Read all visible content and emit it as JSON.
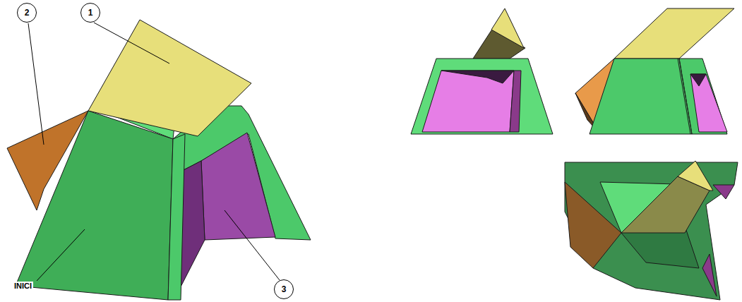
{
  "diagram": {
    "labels": [
      "2",
      "1",
      "INICI",
      "3"
    ]
  }
}
